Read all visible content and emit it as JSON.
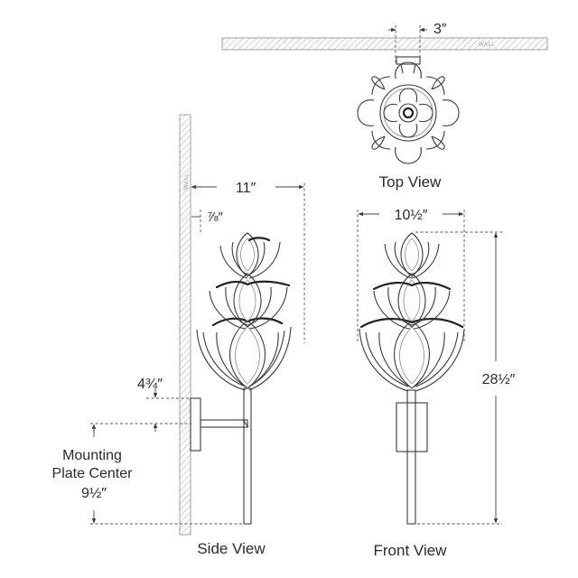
{
  "views": {
    "top": "Top View",
    "side": "Side View",
    "front": "Front View"
  },
  "wall_label": "WALL",
  "dimensions": {
    "top_depth": "3″",
    "side_width": "11″",
    "side_offset": "⅞″",
    "plate_offset": "4¾″",
    "front_width": "10½″",
    "height": "28½″",
    "mounting_line1": "Mounting",
    "mounting_line2": "Plate Center",
    "mounting_value": "9½″"
  },
  "colors": {
    "line": "#3a3a3a",
    "dim": "#444444",
    "hatch": "#9a9a9a",
    "text": "#2a2a2a"
  }
}
